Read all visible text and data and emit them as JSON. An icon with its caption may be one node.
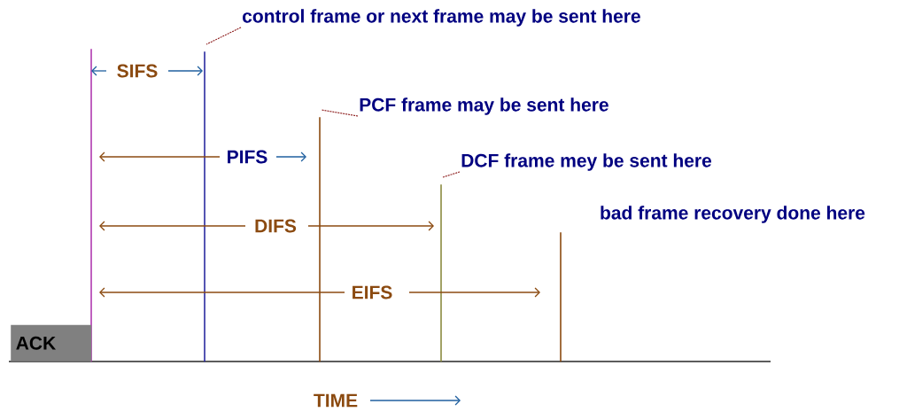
{
  "diagram": {
    "nodes": [
      {
        "text": [
          "ACK"
        ]
      },
      {
        "text": [],
        "shape": "line"
      },
      {
        "text": [
          "control frame or next frame may be sent here"
        ]
      },
      {
        "text": [],
        "shape": "line"
      },
      {
        "text": [
          "PCF frame may be sent here"
        ]
      },
      {
        "text": [],
        "shape": "line"
      },
      {
        "text": [
          "DCF frame mey be sent here"
        ]
      },
      {
        "text": [],
        "shape": "line"
      },
      {
        "text": [],
        "shape": "line"
      }
    ],
    "edges": [
      {
        "from": 2,
        "to": 3,
        "arrow": "none",
        "style": "dashed"
      },
      {
        "from": 4,
        "to": 5,
        "arrow": "none",
        "style": "dashed"
      },
      {
        "from": 6,
        "to": 7,
        "arrow": "none",
        "style": "dashed"
      }
    ],
    "labels": [
      "SIFS",
      "PIFS",
      "DIFS",
      "EIFS",
      "bad frame recovery done here",
      "TIME"
    ]
  }
}
